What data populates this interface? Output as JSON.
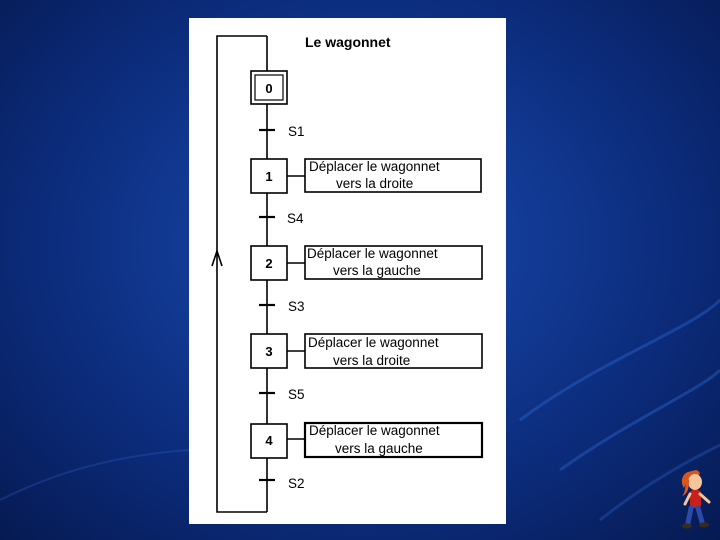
{
  "title": "Le wagonnet",
  "colors": {
    "background": "#123a94",
    "panel": "#ffffff",
    "ink": "#000000"
  },
  "steps": [
    {
      "id": "0",
      "initial": true
    },
    {
      "id": "1",
      "action_line1": "Déplacer le wagonnet",
      "action_line2": "vers la droite"
    },
    {
      "id": "2",
      "action_line1": "Déplacer le wagonnet",
      "action_line2": "vers la gauche"
    },
    {
      "id": "3",
      "action_line1": "Déplacer le wagonnet",
      "action_line2": "vers la droite"
    },
    {
      "id": "4",
      "action_line1": "Déplacer le wagonnet",
      "action_line2": "vers la gauche"
    }
  ],
  "transitions": [
    {
      "label": "S1"
    },
    {
      "label": "S4"
    },
    {
      "label": "S3"
    },
    {
      "label": "S5"
    },
    {
      "label": "S2"
    }
  ],
  "decor": {
    "mascot": "cartoon-girl-walking-icon"
  }
}
